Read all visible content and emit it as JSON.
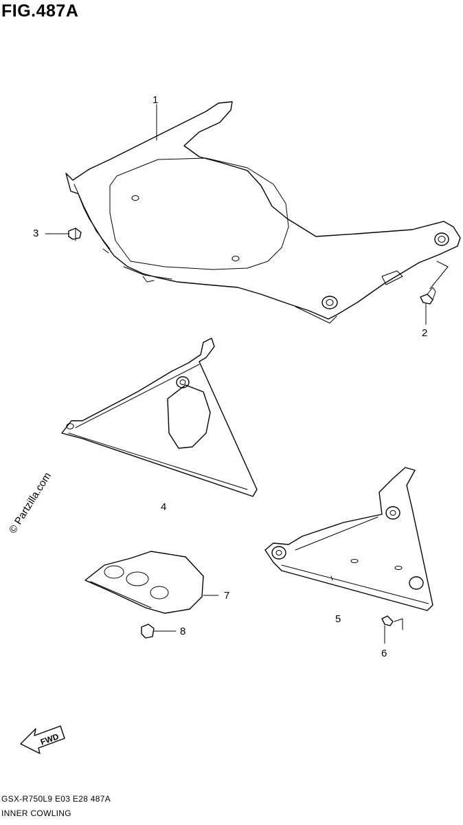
{
  "figure": {
    "title": "FIG.487A",
    "watermark": "© Partzilla.com",
    "footer_code": "GSX-R750L9  E03  E28  487A",
    "footer_name": "INNER COWLING",
    "fwd_label": "FWD"
  },
  "callouts": [
    {
      "id": "callout-1",
      "label": "1"
    },
    {
      "id": "callout-2",
      "label": "2"
    },
    {
      "id": "callout-3",
      "label": "3"
    },
    {
      "id": "callout-4",
      "label": "4"
    },
    {
      "id": "callout-5",
      "label": "5"
    },
    {
      "id": "callout-6",
      "label": "6"
    },
    {
      "id": "callout-7",
      "label": "7"
    },
    {
      "id": "callout-8",
      "label": "8"
    }
  ]
}
